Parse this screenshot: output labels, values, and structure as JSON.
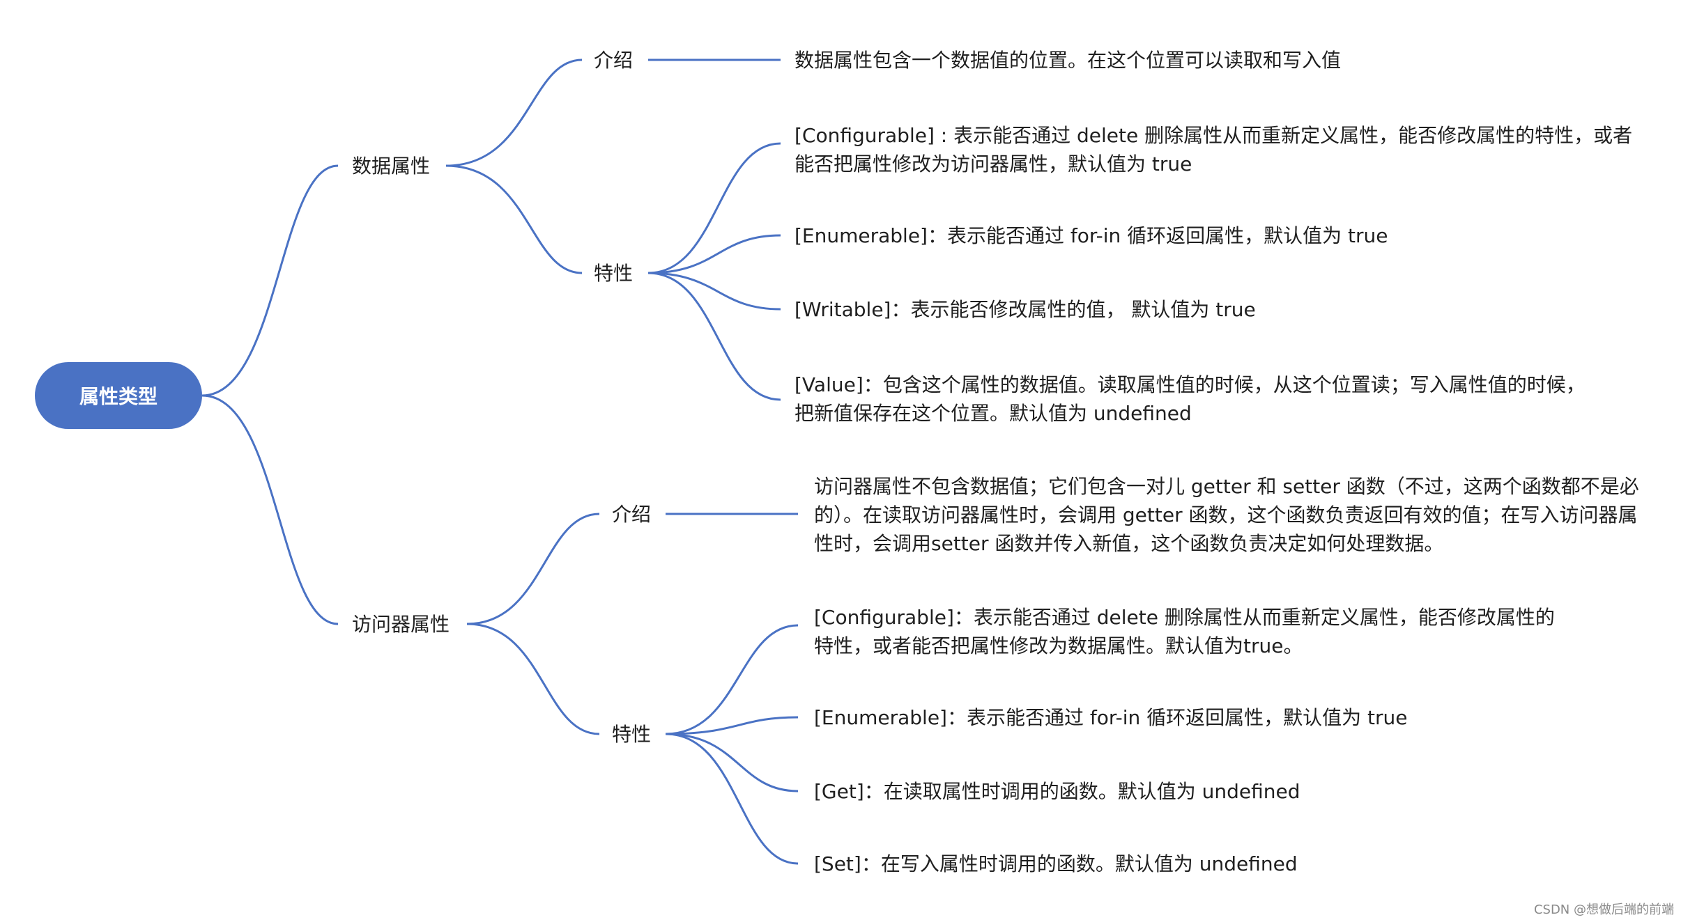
{
  "colors": {
    "accent": "#4a72c4",
    "edge": "#4a72c4",
    "root_text": "#ffffff",
    "text": "#1f1f1f",
    "watermark": "#8a8a8a"
  },
  "root": {
    "label": "属性类型"
  },
  "data_property": {
    "label": "数据属性",
    "intro": {
      "label": "介绍",
      "text": "数据属性包含一个数据值的位置。在这个位置可以读取和写入值"
    },
    "features": {
      "label": "特性",
      "items": [
        "[Configurable] : 表示能否通过 delete 删除属性从而重新定义属性，能否修改属性的特性，或者能否把属性修改为访问器属性，默认值为 true",
        "[Enumerable]：表示能否通过 for-in 循环返回属性，默认值为 true",
        "[Writable]：表示能否修改属性的值， 默认值为 true",
        "[Value]：包含这个属性的数据值。读取属性值的时候，从这个位置读；写入属性值的时候，把新值保存在这个位置。默认值为 undefined"
      ]
    }
  },
  "accessor_property": {
    "label": "访问器属性",
    "intro": {
      "label": "介绍",
      "text": "访问器属性不包含数据值；它们包含一对儿 getter 和 setter 函数（不过，这两个函数都不是必的）。在读取访问器属性时，会调用 getter 函数，这个函数负责返回有效的值；在写入访问器属性时，会调用setter 函数并传入新值，这个函数负责决定如何处理数据。"
    },
    "features": {
      "label": "特性",
      "items": [
        "[Configurable]：表示能否通过 delete 删除属性从而重新定义属性，能否修改属性的特性，或者能否把属性修改为数据属性。默认值为true。",
        "[Enumerable]：表示能否通过 for-in 循环返回属性，默认值为 true",
        "[Get]：在读取属性时调用的函数。默认值为 undefined",
        "[Set]：在写入属性时调用的函数。默认值为 undefined"
      ]
    }
  },
  "watermark": "CSDN @想做后端的前端"
}
